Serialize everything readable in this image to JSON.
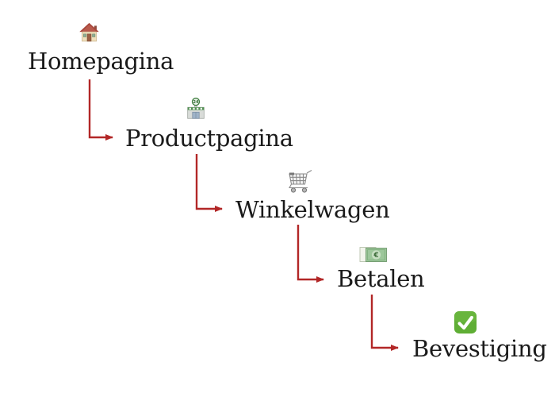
{
  "diagram": {
    "type": "flowchart",
    "description": "E-commerce checkout funnel flow, staircase layout, top-left to bottom-right",
    "nodes": [
      {
        "id": "homepagina",
        "label": "Homepagina",
        "icon": "house-icon"
      },
      {
        "id": "productpagina",
        "label": "Productpagina",
        "icon": "convenience-store-icon"
      },
      {
        "id": "winkelwagen",
        "label": "Winkelwagen",
        "icon": "shopping-cart-icon"
      },
      {
        "id": "betalen",
        "label": "Betalen",
        "icon": "euro-banknote-icon"
      },
      {
        "id": "bevestiging",
        "label": "Bevestiging",
        "icon": "check-mark-icon"
      }
    ],
    "edges": [
      {
        "from": "homepagina",
        "to": "productpagina"
      },
      {
        "from": "productpagina",
        "to": "winkelwagen"
      },
      {
        "from": "winkelwagen",
        "to": "betalen"
      },
      {
        "from": "betalen",
        "to": "bevestiging"
      }
    ],
    "colors": {
      "arrow": "#b22727",
      "text": "#1a1a1a",
      "background": "#ffffff",
      "check_green": "#5fae35",
      "banknote_green": "#9dc79b",
      "store_sign_green": "#3e7c3e"
    }
  }
}
